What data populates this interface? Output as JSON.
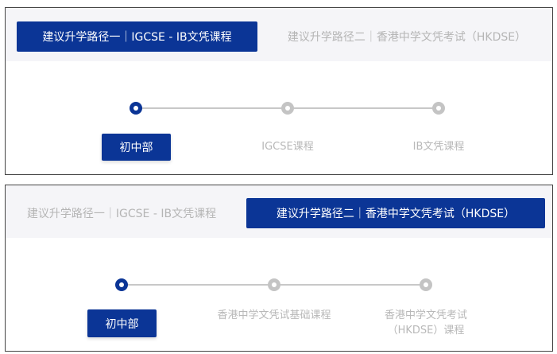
{
  "paths": [
    {
      "tabs": [
        {
          "label": "建议升学路径一｜IGCSE - IB文凭课程",
          "active": true
        },
        {
          "label": "建议升学路径二｜香港中学文凭考试（HKDSE）",
          "active": false
        }
      ],
      "steps": [
        {
          "label": "初中部",
          "active": true
        },
        {
          "label": "IGCSE课程",
          "active": false
        },
        {
          "label": "IB文凭课程",
          "active": false
        }
      ]
    },
    {
      "tabs": [
        {
          "label": "建议升学路径一｜IGCSE - IB文凭课程",
          "active": false
        },
        {
          "label": "建议升学路径二｜香港中学文凭考试（HKDSE）",
          "active": true
        }
      ],
      "steps": [
        {
          "label": "初中部",
          "active": true
        },
        {
          "label": "香港中学文凭试基础课程",
          "active": false
        },
        {
          "label": "香港中学文凭考试（HKDSE）课程",
          "active": false
        }
      ]
    }
  ],
  "colors": {
    "accent": "#0b3596",
    "inactive": "#b5b5b5",
    "header_bg": "#f5f5f8"
  }
}
